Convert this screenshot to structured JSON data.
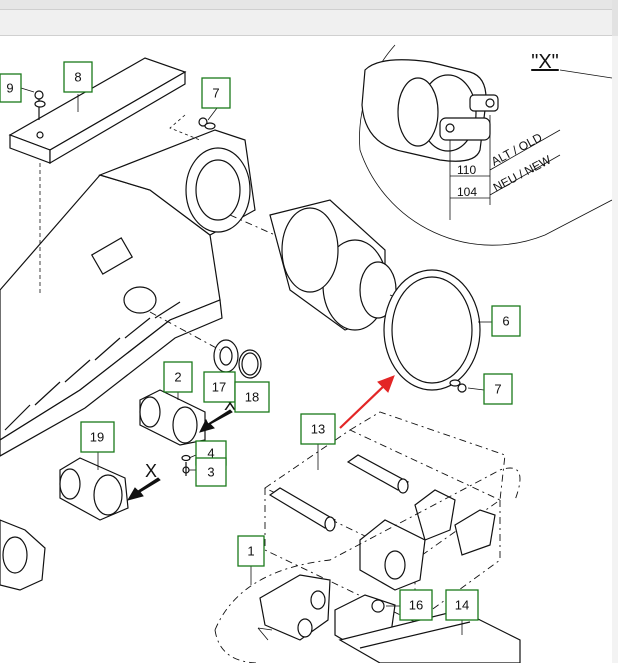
{
  "detail": {
    "title": "\"X\"",
    "dim_old": "110",
    "dim_new": "104",
    "label_old": "ALT / OLD",
    "label_new": "NEU / NEW"
  },
  "callouts": {
    "c1": "1",
    "c2": "2",
    "c3": "3",
    "c4": "4",
    "c6": "6",
    "c7a": "7",
    "c7b": "7",
    "c8": "8",
    "c9": "9",
    "c13": "13",
    "c14": "14",
    "c16": "16",
    "c17": "17",
    "c18": "18",
    "c19": "19"
  },
  "markers": {
    "x1": "X",
    "x2": "X"
  },
  "colors": {
    "callout_border": "#1a7a1a",
    "arrow": "#e32626",
    "line": "#111111"
  }
}
